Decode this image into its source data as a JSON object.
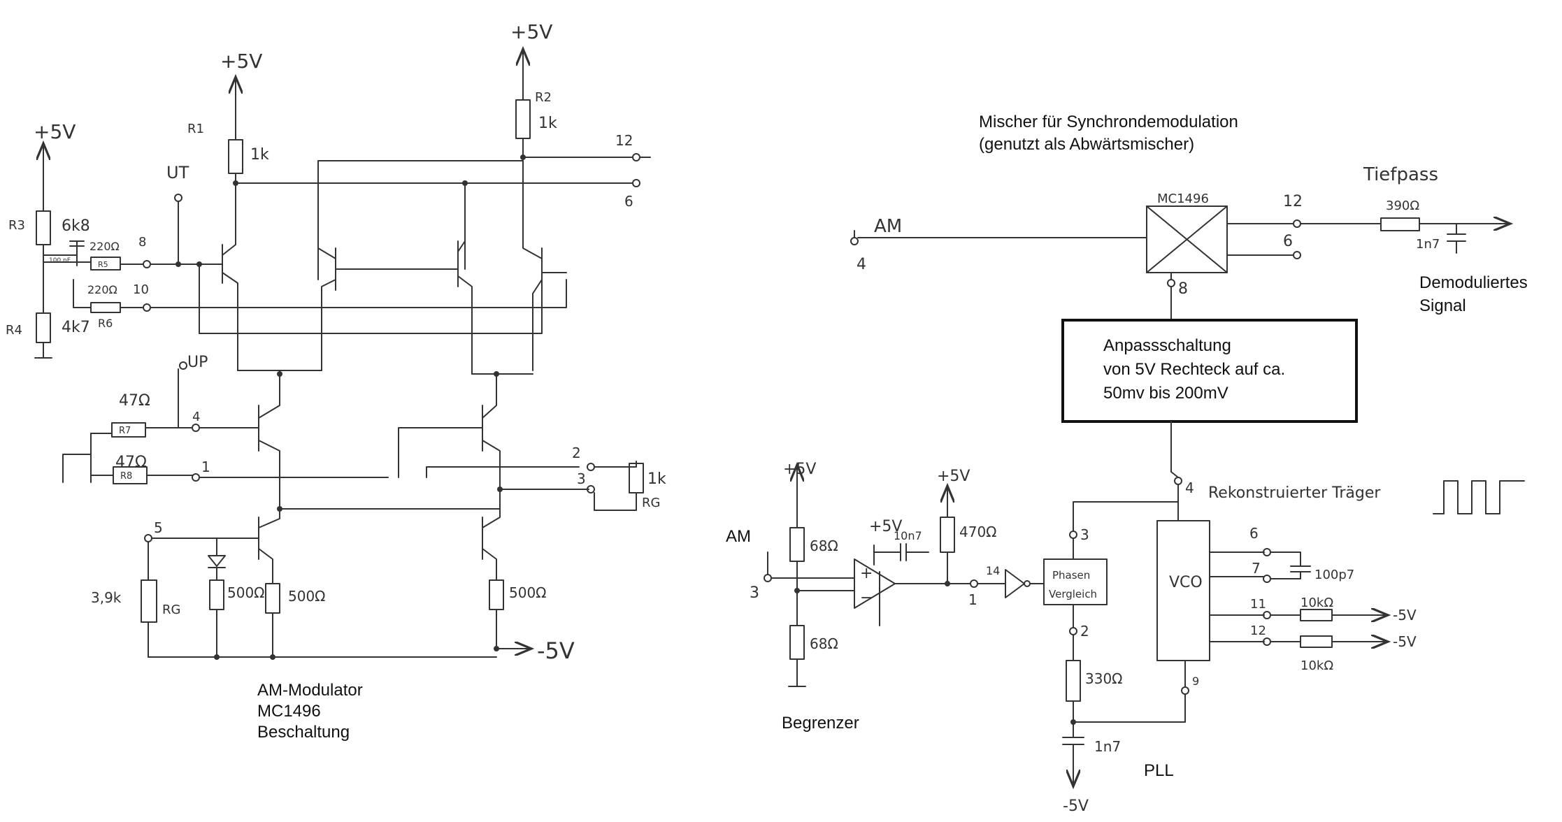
{
  "left": {
    "supply_top": "+5V",
    "supply_left": "+5V",
    "supply_neg": "-5V",
    "r1": "R1",
    "r2": "R2",
    "r1_val": "1k",
    "r2_val": "1k",
    "r3": "R3",
    "r3_val": "6k8",
    "r4": "R4",
    "r4_val": "4k7",
    "r5": "R5",
    "r5_val": "220Ω",
    "r6": "R6",
    "r6_val": "220Ω",
    "cap_small": "100 nF",
    "pin8": "8",
    "pin10": "10",
    "pin12": "12",
    "pin6": "6",
    "ut": "UT",
    "up": "UP",
    "r7": "R7",
    "r7_val": "47Ω",
    "pin4": "4",
    "r8": "R8",
    "r8_val": "47Ω",
    "pin1": "1",
    "pin2": "2",
    "pin3": "3",
    "rg_val": "1k",
    "rg": "RG",
    "pin5": "5",
    "rg2_val": "3,9k",
    "rg2": "RG",
    "r500a": "500Ω",
    "r500b": "500Ω",
    "r500c": "500Ω",
    "caption": [
      "AM-Modulator",
      "MC1496",
      "Beschaltung"
    ]
  },
  "right": {
    "mixer_title": [
      "Mischer für Synchrondemodulation",
      "(genutzt als Abwärtsmischer)"
    ],
    "am": "AM",
    "pin4": "4",
    "ic": "MC1496",
    "pin12": "12",
    "pin6": "6",
    "pin8": "8",
    "lowpass": "Tiefpass",
    "r_lp": "390Ω",
    "c_lp": "1n7",
    "output": [
      "Demoduliertes",
      "Signal"
    ],
    "adapter": [
      "Anpassschaltung",
      "von 5V Rechteck auf ca.",
      "50mv bis 200mV"
    ],
    "am_in": "AM",
    "pin3": "3",
    "sup1": "+5V",
    "r68a": "68Ω",
    "r68b": "68Ω",
    "sup_op": "+5V",
    "c10n": "10n7",
    "sup2": "+5V",
    "r470": "470Ω",
    "pin1": "1",
    "pin14": "14",
    "phase": [
      "Phasen",
      "Vergleich"
    ],
    "pin3b": "3",
    "pin2": "2",
    "r330": "330Ω",
    "c1n7": "1n7",
    "neg5": "-5V",
    "vco": "VCO",
    "pin4b": "4",
    "carrier": "Rekonstruierter Träger",
    "pin6b": "6",
    "pin7": "7",
    "c100p": "100p7",
    "pin11": "11",
    "pin12b": "12",
    "r10ka": "10kΩ",
    "r10kb": "10kΩ",
    "m5a": "-5V",
    "m5b": "-5V",
    "pin9": "9",
    "limiter": "Begrenzer",
    "pll": "PLL"
  }
}
